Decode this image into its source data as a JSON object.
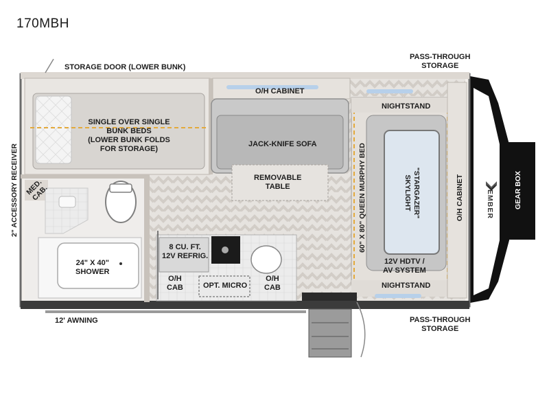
{
  "model": "170MBH",
  "brand": "EMBER",
  "labels": {
    "storage_door": "STORAGE DOOR (LOWER BUNK)",
    "pass_through_top": "PASS-THROUGH\nSTORAGE",
    "pass_through_bottom": "PASS-THROUGH\nSTORAGE",
    "oh_cabinet_top": "O/H CABINET",
    "nightstand_top": "NIGHTSTAND",
    "nightstand_bottom": "NIGHTSTAND",
    "bunk_beds": "SINGLE OVER SINGLE\nBUNK BEDS\n(LOWER BUNK FOLDS\nFOR STORAGE)",
    "sofa": "JACK-KNIFE SOFA",
    "table": "REMOVABLE\nTABLE",
    "murphy_bed": "60\" X 80\" QUEEN MURPHY BED",
    "skylight": "\"STARGAZER\"\nSKYLIGHT",
    "oh_cabinet_right": "O/H CABINET",
    "gear_box": "GEAR BOX",
    "accessory_receiver": "2\" ACCESSORY RECEIVER",
    "med_cab": "MED.\nCAB.",
    "shower": "24\" X 40\"\nSHOWER",
    "refrig": "8 CU. FT.\n12V REFRIG.",
    "oh_cab_left": "O/H\nCAB",
    "opt_micro": "OPT. MICRO",
    "oh_cab_right": "O/H\nCAB",
    "hdtv": "12V HDTV /\nAV SYSTEM",
    "awning": "12' AWNING"
  }
}
